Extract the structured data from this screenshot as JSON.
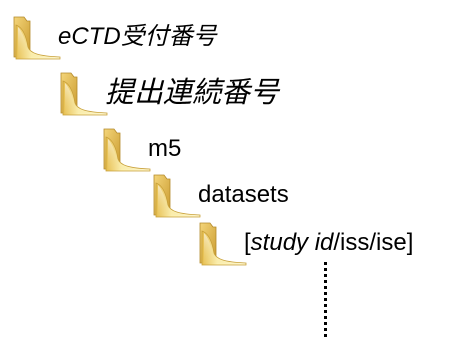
{
  "tree": {
    "nodes": [
      {
        "icon": "folder-icon",
        "label": "eCTD受付番号",
        "style": "italic"
      },
      {
        "icon": "folder-icon",
        "label": "提出連続番号",
        "style": "italic-big"
      },
      {
        "icon": "folder-icon",
        "label": "m5",
        "style": "normal"
      },
      {
        "icon": "folder-icon",
        "label": "datasets",
        "style": "normal"
      },
      {
        "icon": "folder-icon",
        "label_parts": [
          "[",
          "study id",
          "/iss/ise]"
        ],
        "style": "mixed"
      }
    ],
    "continuation": "vertical-dotted-ellipsis"
  },
  "colors": {
    "folder_front_light": "#fdf3b8",
    "folder_front_dark": "#e9c757",
    "folder_back": "#d9a936",
    "folder_edge": "#b48a2b",
    "text": "#000000"
  }
}
